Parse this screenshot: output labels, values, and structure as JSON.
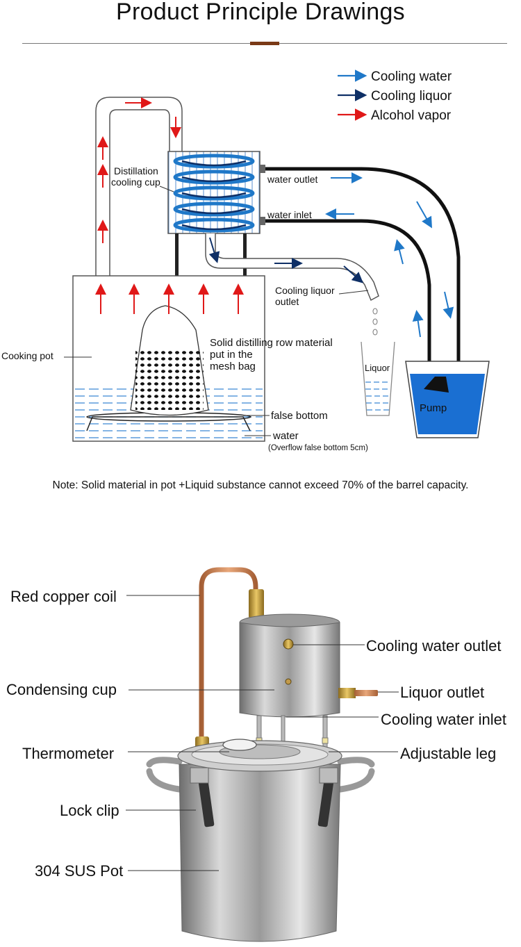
{
  "header": {
    "title": "Product Principle Drawings"
  },
  "legend": [
    {
      "label": "Cooling water",
      "color": "#1f78c8"
    },
    {
      "label": "Cooling liquor",
      "color": "#0e2f66"
    },
    {
      "label": "Alcohol vapor",
      "color": "#e01818"
    }
  ],
  "diagram": {
    "distill_cup_line1": "Distillation",
    "distill_cup_line2": "cooling cup",
    "water_outlet": "water outlet",
    "water_inlet": "water inlet",
    "liquor_outlet_line1": "Cooling liquor",
    "liquor_outlet_line2": "outlet",
    "cooking_pot": "Cooking pot",
    "mesh_line1": "Solid distilling row material",
    "mesh_line2": "put in the",
    "mesh_line3": "mesh bag",
    "liquor": "Liquor",
    "pump": "Pump",
    "false_bottom": "false bottom",
    "water": "water",
    "overflow": "(Overflow false bottom 5cm)"
  },
  "note": "Note: Solid material in pot +Liquid substance cannot exceed 70% of the barrel capacity.",
  "photo": {
    "red_copper_coil": "Red copper coil",
    "cooling_water_outlet": "Cooling water outlet",
    "condensing_cup": "Condensing cup",
    "liquor_outlet": "Liquor outlet",
    "cooling_water_inlet": "Cooling water inlet",
    "thermometer": "Thermometer",
    "adjustable_leg": "Adjustable leg",
    "lock_clip": "Lock clip",
    "sus_pot": "304 SUS Pot"
  }
}
